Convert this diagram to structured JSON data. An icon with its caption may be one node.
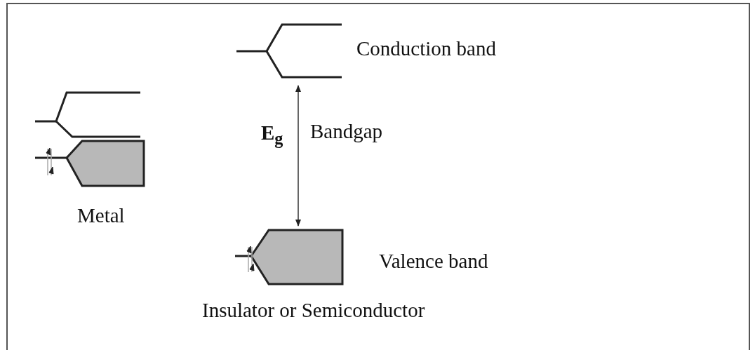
{
  "diagram": {
    "labels": [
      "Conduction band",
      "E$_{g}$",
      "Bandgap",
      "Metal",
      "Valence band",
      "Insulator or Semiconductor"
    ]
  }
}
